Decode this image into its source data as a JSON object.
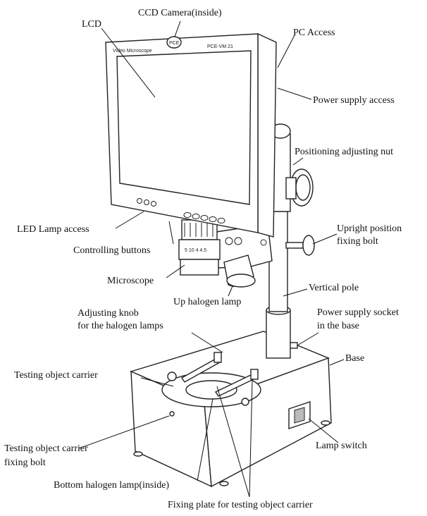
{
  "device": {
    "screen_brand": "Video Microscope",
    "logo_text": "PCE",
    "model": "PCE-VM 21",
    "lens_markings": "5 10 4 4.5"
  },
  "labels": [
    {
      "id": "ccd-camera",
      "text": "CCD Camera(inside)"
    },
    {
      "id": "lcd",
      "text": "LCD"
    },
    {
      "id": "pc-access",
      "text": "PC Access"
    },
    {
      "id": "power-supply-access",
      "text": "Power supply access"
    },
    {
      "id": "positioning-nut",
      "text": "Positioning adjusting nut"
    },
    {
      "id": "upright-bolt-1",
      "text": "Upright position"
    },
    {
      "id": "upright-bolt-2",
      "text": "fixing bolt"
    },
    {
      "id": "led-lamp",
      "text": "LED Lamp access"
    },
    {
      "id": "controlling-buttons",
      "text": "Controlling buttons"
    },
    {
      "id": "microscope",
      "text": "Microscope"
    },
    {
      "id": "up-halogen",
      "text": "Up halogen lamp"
    },
    {
      "id": "vertical-pole",
      "text": "Vertical pole"
    },
    {
      "id": "adjusting-knob-1",
      "text": "Adjusting knob"
    },
    {
      "id": "adjusting-knob-2",
      "text": "for the halogen lamps"
    },
    {
      "id": "power-socket-1",
      "text": "Power supply socket"
    },
    {
      "id": "power-socket-2",
      "text": "in the base"
    },
    {
      "id": "base",
      "text": "Base"
    },
    {
      "id": "testing-carrier",
      "text": "Testing object carrier"
    },
    {
      "id": "carrier-bolt-1",
      "text": "Testing object carrier"
    },
    {
      "id": "carrier-bolt-2",
      "text": "fixing bolt"
    },
    {
      "id": "lamp-switch",
      "text": "Lamp switch"
    },
    {
      "id": "bottom-halogen",
      "text": "Bottom halogen lamp(inside)"
    },
    {
      "id": "fixing-plate",
      "text": "Fixing plate for testing object carrier"
    }
  ]
}
